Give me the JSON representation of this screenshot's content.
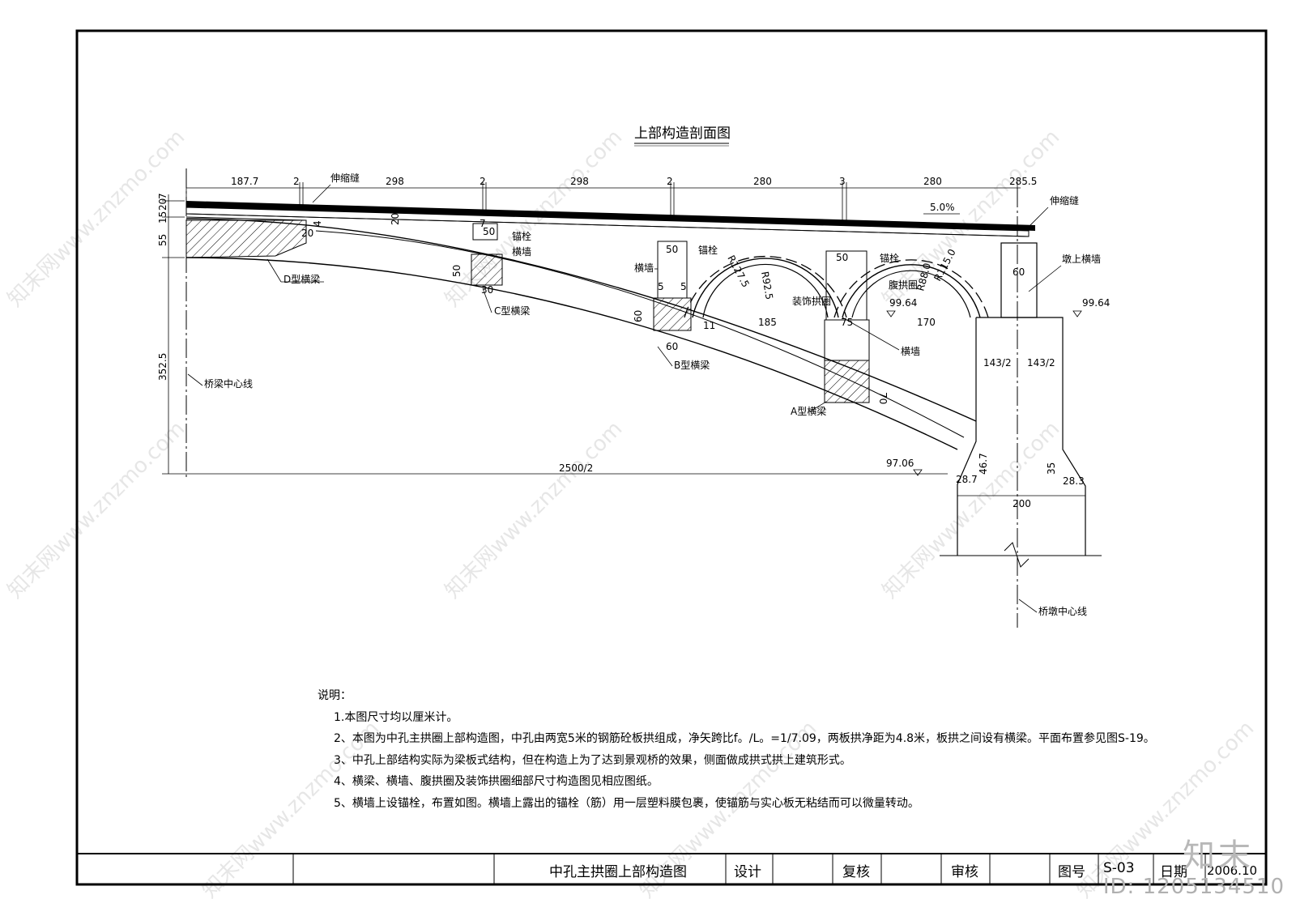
{
  "drawing": {
    "title": "上部构造剖面图",
    "top_dimensions": [
      "187.7",
      "2",
      "298",
      "2",
      "298",
      "2",
      "280",
      "3",
      "280",
      "285.5"
    ],
    "left_dimensions": [
      "20",
      "7",
      "15",
      "55",
      "352.5"
    ],
    "span_dimension": "2500/2",
    "slope": "5.0%",
    "elevations": {
      "left_top": "99.64",
      "right_top": "99.64",
      "springing": "97.06"
    },
    "labels": {
      "expansion_joint_left": "伸缩缝",
      "expansion_joint_right": "伸缩缝",
      "anchor_1": "锚栓",
      "anchor_2": "锚栓",
      "anchor_3": "锚栓",
      "cross_wall_1": "横墙",
      "cross_wall_2": "横墙",
      "cross_wall_3": "横墙",
      "pier_cross_wall": "墩上横墙",
      "decor_arch": "装饰拱圈",
      "web_arch": "腹拱圈",
      "beam_d": "D型横梁",
      "beam_c": "C型横梁",
      "beam_b": "B型横梁",
      "beam_a": "A型横梁",
      "bridge_centerline": "桥梁中心线",
      "pier_centerline": "桥墩中心线"
    },
    "radii": [
      "R127.5",
      "R92.5",
      "R88.0",
      "R115.0"
    ],
    "detail_dimensions": {
      "d20": "20",
      "d4": "4",
      "d20b": "20",
      "c50a": "50",
      "c7": "7",
      "c50b": "50",
      "c30": "30",
      "b50": "50",
      "b5a": "5",
      "b5b": "5",
      "b60a": "60",
      "b60b": "60",
      "b11": "11",
      "w50": "50",
      "w185": "185",
      "w75": "75",
      "w170": "170",
      "w70": "70",
      "p60": "60",
      "p143a": "143/2",
      "p143b": "143/2",
      "p46": "46.7",
      "p28a": "28.7",
      "p35": "35",
      "p28b": "28.3",
      "p200": "200"
    }
  },
  "notes": {
    "heading": "说明：",
    "items": [
      "1.本图尺寸均以厘米计。",
      "2、本图为中孔主拱圈上部构造图，中孔由两宽5米的钢筋砼板拱组成，净矢跨比f。/L。=1/7.09，两板拱净距为4.8米，板拱之间设有横梁。平面布置参见图S-19。",
      "3、中孔上部结构实际为梁板式结构，但在构造上为了达到景观桥的效果，侧面做成拱式拱上建筑形式。",
      "4、横梁、横墙、腹拱圈及装饰拱圈细部尺寸构造图见相应图纸。",
      "5、横墙上设锚栓，布置如图。横墙上露出的锚栓（筋）用一层塑料膜包裹，使锚筋与实心板无粘结而可以微量转动。"
    ]
  },
  "title_block": {
    "drawing_name": "中孔主拱圈上部构造图",
    "design_label": "设计",
    "review_label": "复核",
    "audit_label": "审核",
    "number_label": "图号",
    "number_value": "S-03",
    "date_label": "日期",
    "date_value": "2006.10"
  },
  "watermark": {
    "text": "知末网www.znzmo.com",
    "logo": "知末",
    "id": "ID: 1205134510"
  }
}
